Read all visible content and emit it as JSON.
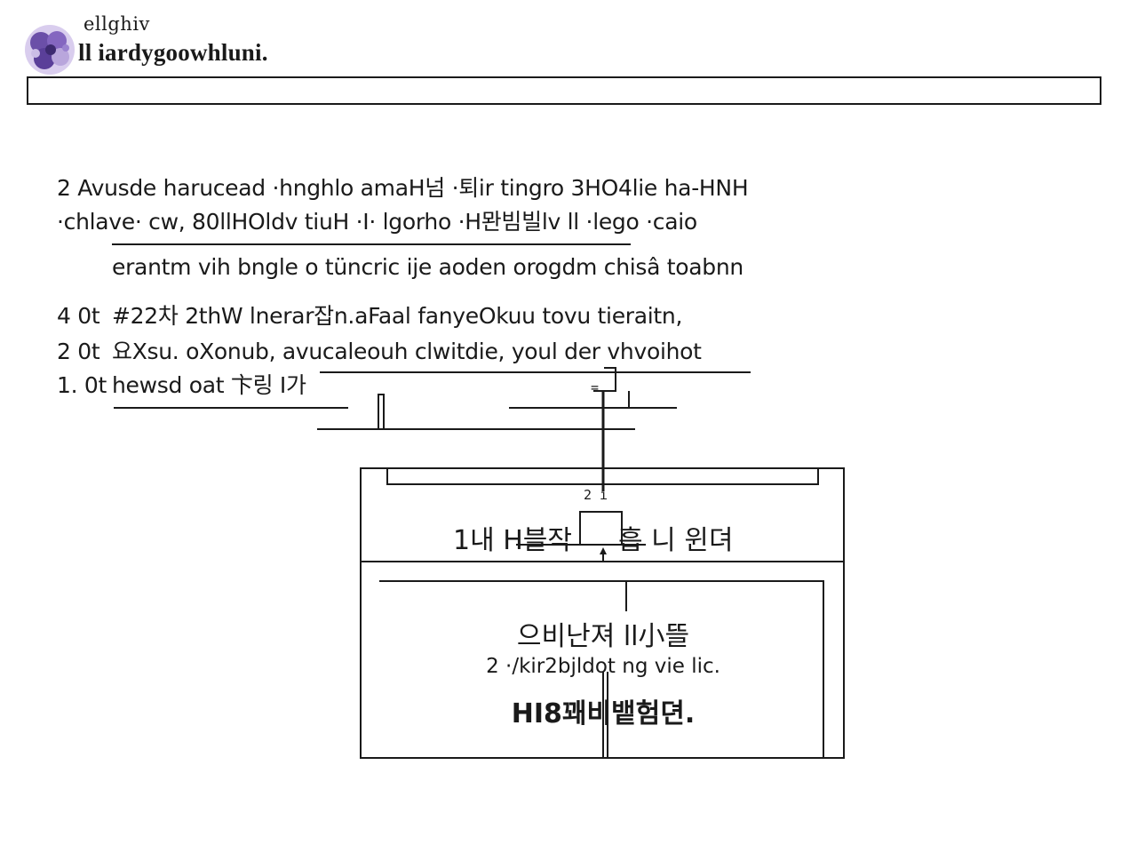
{
  "header": {
    "eyebrow": "ellghiv",
    "title": "ll iardygoowhluni."
  },
  "search": {
    "value": ""
  },
  "paragraph": {
    "line1": "2 Avusde harucead ·hnghlo amaH넘 ·퇴ir tingro 3HO4lie ha-HNH",
    "line2": "·chlave· cw, 80llHOldv tiuH ·I· lgorho ·H뫈빔빌lv ll ·lego ·caio",
    "indent_line": "erantm vih bngle o tüncric ije aoden orogdm chisâ toabnn"
  },
  "list": [
    {
      "num": "4 0t",
      "text": "#22차 2thW lnerar잡n.aFaal fanyeOkuu tovu tieraitn,"
    },
    {
      "num": "2 0t",
      "text": "요Xsu. oXonub, avucaleouh clwitdie, youl der vhvoihot"
    },
    {
      "num": "1. 0t",
      "text": "hewsd oat 卞링 I가"
    }
  ],
  "diagram": {
    "small_label_top": "=",
    "small_label_mid": "2  ı",
    "header_left": "1내 H블작",
    "header_right": "흡 니 윈뎌",
    "body_title": "으비난져 ll小뜰",
    "body_sub": "2 ·/kir2bjldot ng vie lic.",
    "body_foot": "HI8꽤비뱉험뎐."
  },
  "colors": {
    "ink": "#1a1a1a",
    "logo_primary": "#6b4fa8",
    "logo_secondary": "#b9a6dc"
  }
}
